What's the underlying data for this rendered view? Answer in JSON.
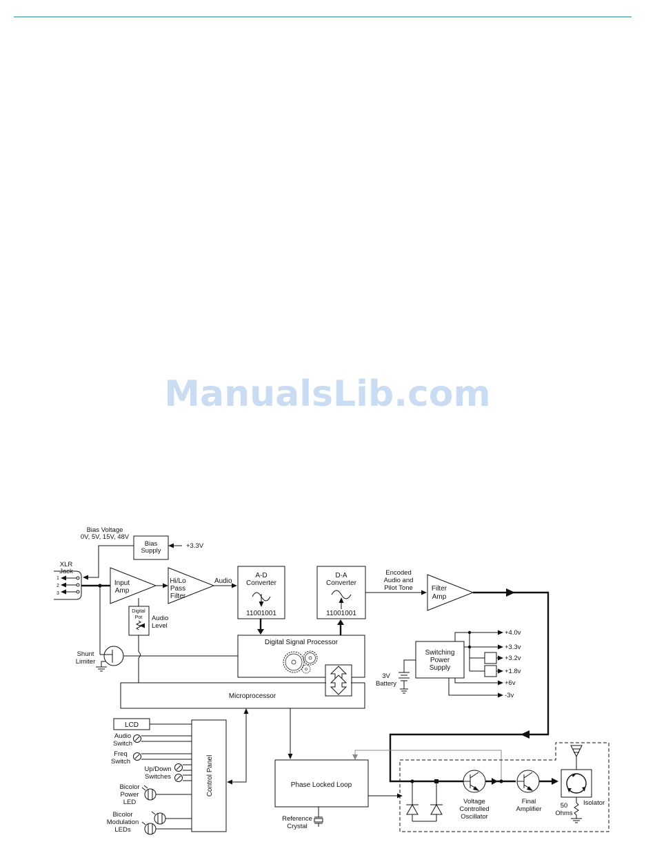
{
  "watermark": "ManualsLib.com",
  "colors": {
    "rule": "#2e8b9a",
    "watermark": "#c9dcf2",
    "ink": "#111111"
  },
  "labels": {
    "bias_voltage_1": "Bias Voltage",
    "bias_voltage_2": "0V, 5V, 15V, 48V",
    "bias_supply_1": "Bias",
    "bias_supply_2": "Supply",
    "plus_3v3": "+3.3V",
    "xlr_1": "XLR",
    "xlr_2": "Jack",
    "pin1": "1",
    "pin2": "2",
    "pin3": "3",
    "input_amp_1": "Input",
    "input_amp_2": "Amp",
    "hilo_1": "Hi/Lo",
    "hilo_2": "Pass",
    "hilo_3": "Filter",
    "audio": "Audio",
    "ad_1": "A-D",
    "ad_2": "Converter",
    "ad_code": "11001001",
    "da_1": "D-A",
    "da_2": "Converter",
    "da_code": "11001001",
    "encoded_1": "Encoded",
    "encoded_2": "Audio and",
    "encoded_3": "Pilot Tone",
    "filter_amp_1": "Filter",
    "filter_amp_2": "Amp",
    "digital_pot_1": "Digital",
    "digital_pot_2": "Pot",
    "audio_level_1": "Audio",
    "audio_level_2": "Level",
    "dsp": "Digital Signal Processor",
    "shunt_1": "Shunt",
    "shunt_2": "Limiter",
    "microprocessor": "Microprocessor",
    "sps_1": "Switching",
    "sps_2": "Power",
    "sps_3": "Supply",
    "battery_1": "3V",
    "battery_2": "Battery",
    "v_4_0": "+4.0v",
    "v_3_3": "+3.3v",
    "v_3_2": "+3.2v",
    "v_1_8": "+1.8v",
    "v_6": "+6v",
    "v_neg3": "-3v",
    "lcd": "LCD",
    "audio_switch_1": "Audio",
    "audio_switch_2": "Switch",
    "freq_switch_1": "Freq",
    "freq_switch_2": "Switch",
    "updown_1": "Up/Down",
    "updown_2": "Switches",
    "bicolor_power_1": "Bicolor",
    "bicolor_power_2": "Power",
    "bicolor_power_3": "LED",
    "bicolor_mod_1": "Bicolor",
    "bicolor_mod_2": "Modulation",
    "bicolor_mod_3": "LEDs",
    "control_panel": "Control Panel",
    "pll": "Phase Locked Loop",
    "ref_crystal_1": "Reference",
    "ref_crystal_2": "Crystal",
    "vco_1": "Voltage",
    "vco_2": "Controlled",
    "vco_3": "Oscillator",
    "final_amp_1": "Final",
    "final_amp_2": "Amplifier",
    "ohms_1": "50",
    "ohms_2": "Ohms",
    "isolator": "Isolator"
  }
}
